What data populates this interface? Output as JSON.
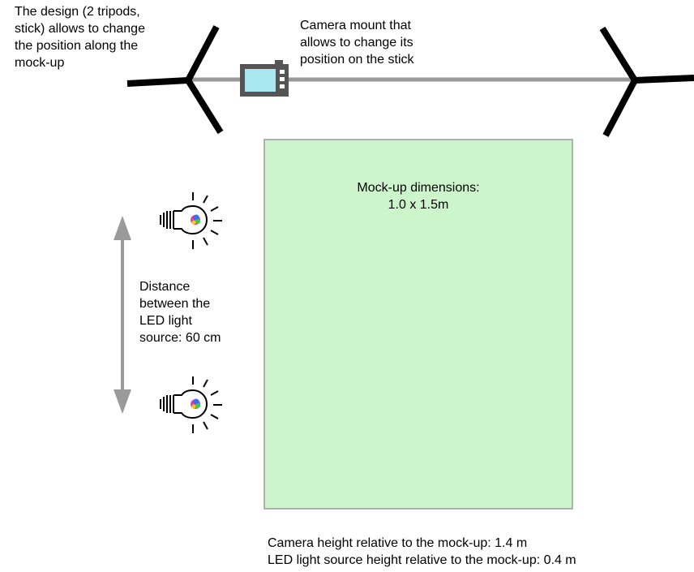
{
  "diagram": {
    "labels": {
      "design_note": [
        "The design (2 tripods,",
        "stick) allows to change",
        "the position along the",
        "mock-up"
      ],
      "mount_note": [
        "Camera mount that",
        "allows to change its",
        "position on the stick"
      ],
      "mockup_note": [
        "Mock-up dimensions:",
        "1.0 x 1.5m"
      ],
      "distance_note": [
        "Distance",
        "between the",
        "LED light",
        "source: 60 cm"
      ],
      "heights_note": [
        "Camera height relative to the mock-up: 1.4 m",
        "LED light source height relative to the mock-up: 0.4 m"
      ]
    },
    "colors": {
      "mockup_fill": "#ccf5cc",
      "mockup_border": "#9a9a9a",
      "stick": "#999999",
      "tripod": "#000000",
      "camera_body": "#555555",
      "camera_screen": "#a8e6f0",
      "arrow": "#9a9a9a"
    },
    "icons": [
      "tripod-icon",
      "camera-icon",
      "led-bulb-icon",
      "double-arrow-icon"
    ]
  }
}
